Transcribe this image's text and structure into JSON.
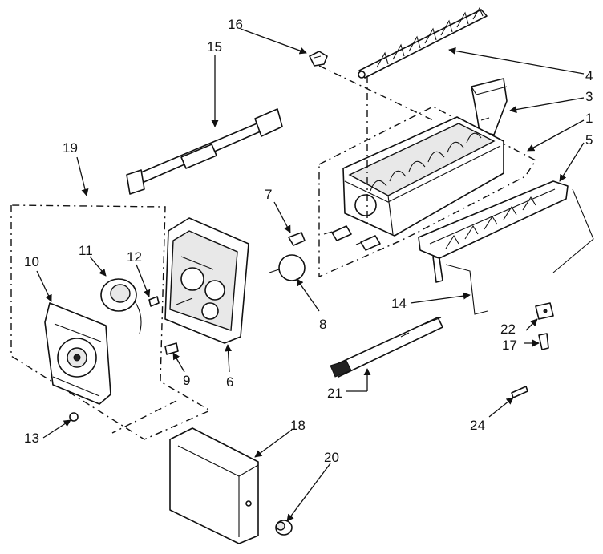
{
  "callouts": {
    "c1": "1",
    "c3": "3",
    "c4": "4",
    "c5": "5",
    "c6": "6",
    "c7": "7",
    "c8": "8",
    "c9": "9",
    "c10": "10",
    "c11": "11",
    "c12": "12",
    "c13": "13",
    "c14": "14",
    "c15": "15",
    "c16": "16",
    "c17": "17",
    "c18": "18",
    "c19": "19",
    "c20": "20",
    "c21": "21",
    "c22": "22",
    "c24": "24"
  }
}
